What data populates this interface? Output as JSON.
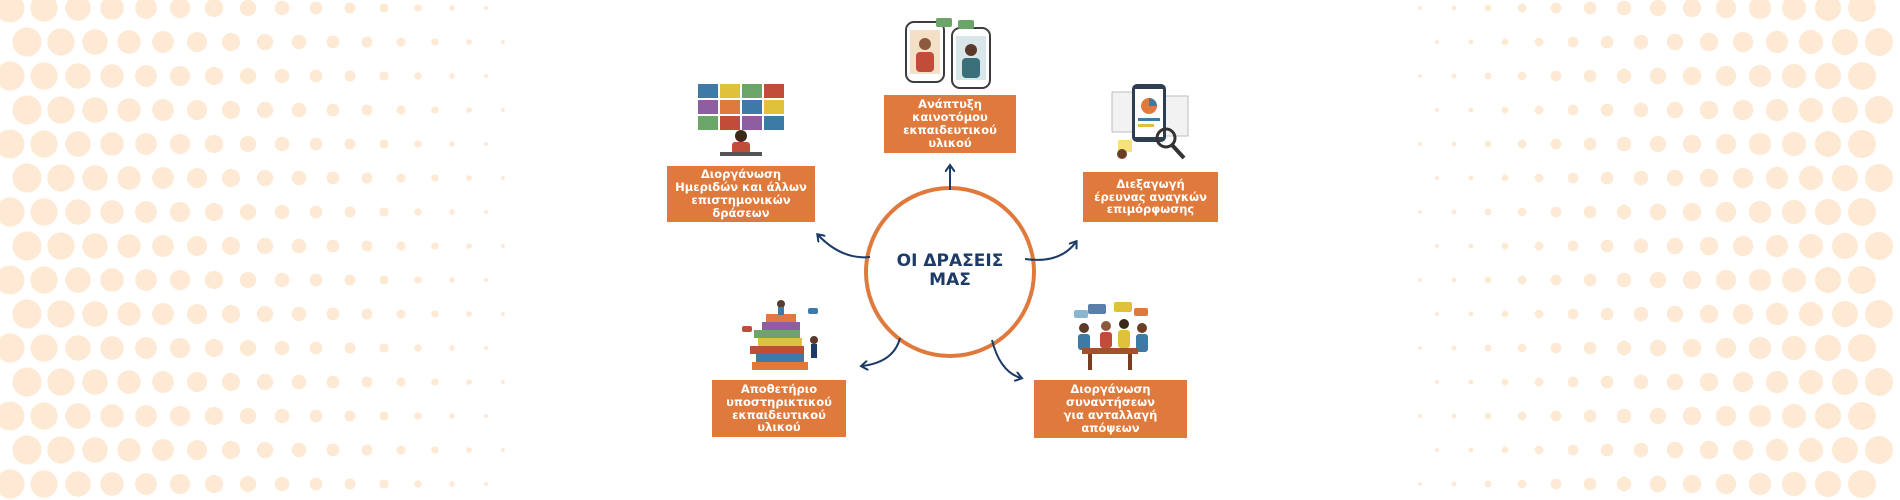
{
  "center": {
    "title": "ΟΙ ΔΡΑΣΕΙΣ\nΜΑΣ"
  },
  "actions": [
    {
      "label": "Ανάπτυξη\nκαινοτόμου\nεκπαιδευτικού\nυλικού",
      "illustration": "video-call-illustration"
    },
    {
      "label": "Διεξαγωγή\nέρευνας αναγκών\nεπιμόρφωσης",
      "illustration": "research-documents-illustration"
    },
    {
      "label": "Διοργάνωση\nσυναντήσεων\nγια ανταλλαγή\nαπόψεων",
      "illustration": "team-meeting-illustration"
    },
    {
      "label": "Αποθετήριο\nυποστηρικτικού\nεκπαιδευτικού\nυλικού",
      "illustration": "book-stack-illustration"
    },
    {
      "label": "Διοργάνωση\nΗμεριδών και άλλων\nεπιστημονικών\nδράσεων",
      "illustration": "webinar-screen-illustration"
    }
  ],
  "colors": {
    "accent": "#e07a3c",
    "title": "#1c3b66",
    "arrow": "#1c3b66",
    "dots": "#fde9d4",
    "background": "#ffffff"
  }
}
